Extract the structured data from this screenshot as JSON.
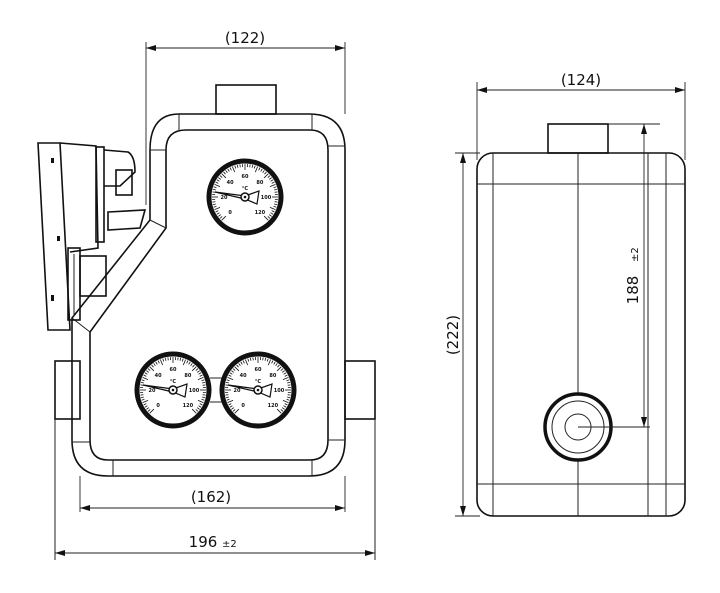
{
  "drawing": {
    "subject": "Pump group with thermometers — technical dimension drawing",
    "views": [
      "front-view",
      "side-view"
    ],
    "front_view": {
      "dimensions": {
        "top_width": "(122)",
        "inner_width": "(162)",
        "overall_width": "196",
        "overall_width_tolerance": "±2"
      },
      "gauges": [
        {
          "position": "upper",
          "unit": "°C",
          "scale": [
            "0",
            "20",
            "40",
            "60",
            "80",
            "100",
            "120"
          ]
        },
        {
          "position": "lower-left",
          "unit": "°C",
          "scale": [
            "0",
            "20",
            "40",
            "60",
            "80",
            "100",
            "120"
          ]
        },
        {
          "position": "lower-right",
          "unit": "°C",
          "scale": [
            "0",
            "20",
            "40",
            "60",
            "80",
            "100",
            "120"
          ]
        }
      ]
    },
    "side_view": {
      "dimensions": {
        "width": "(124)",
        "height": "(222)",
        "pipe_axis_height": "188",
        "pipe_axis_height_tolerance": "±2"
      }
    }
  }
}
